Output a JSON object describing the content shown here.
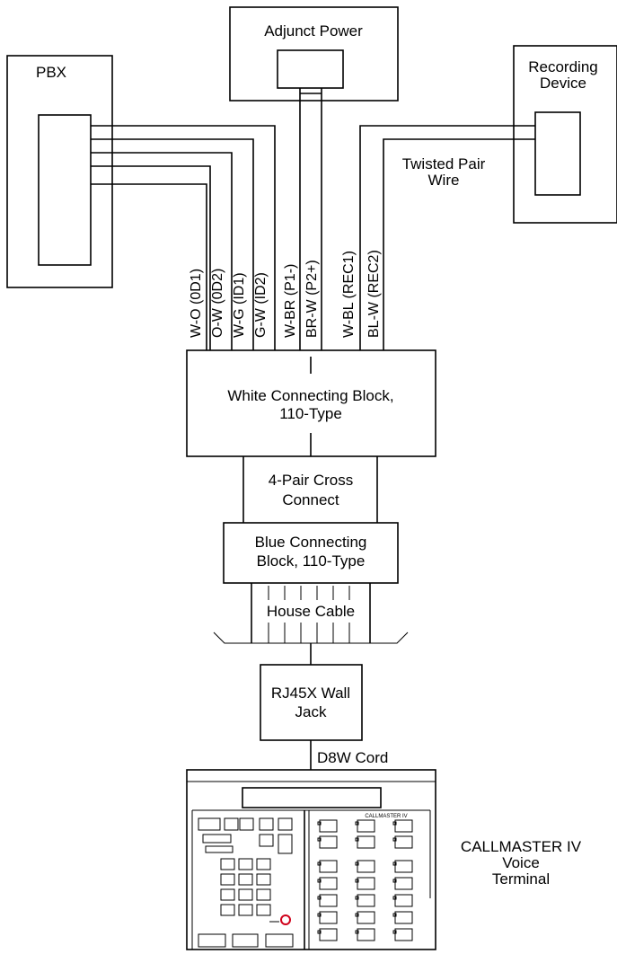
{
  "labels": {
    "adjunct_power": "Adjunct Power",
    "pbx": "PBX",
    "recording_line1": "Recording",
    "recording_line2": "Device",
    "twisted_line1": "Twisted Pair",
    "twisted_line2": "Wire",
    "white_block_line1": "White Connecting Block,",
    "white_block_line2": "110-Type",
    "cross_line1": "4-Pair Cross",
    "cross_line2": "Connect",
    "blue_block_line1": "Blue Connecting",
    "blue_block_line2": "Block, 110-Type",
    "house_cable": "House Cable",
    "wall_jack_line1": "RJ45X Wall",
    "wall_jack_line2": "Jack",
    "d8w_cord": "D8W Cord",
    "terminal_line1": "CALLMASTER IV",
    "terminal_line2": "Voice",
    "terminal_line3": "Terminal",
    "terminal_brand": "CALLMASTER IV"
  },
  "wires": [
    "W-O (0D1)",
    "O-W (0D2)",
    "W-G (ID1)",
    "G-W (ID2)",
    "W-BR (P1-)",
    "BR-W (P2+)",
    "W-BL (REC1)",
    "BL-W (REC2)"
  ],
  "colors": {
    "line": "#000000",
    "background": "#ffffff",
    "logo": "#d0021b"
  }
}
